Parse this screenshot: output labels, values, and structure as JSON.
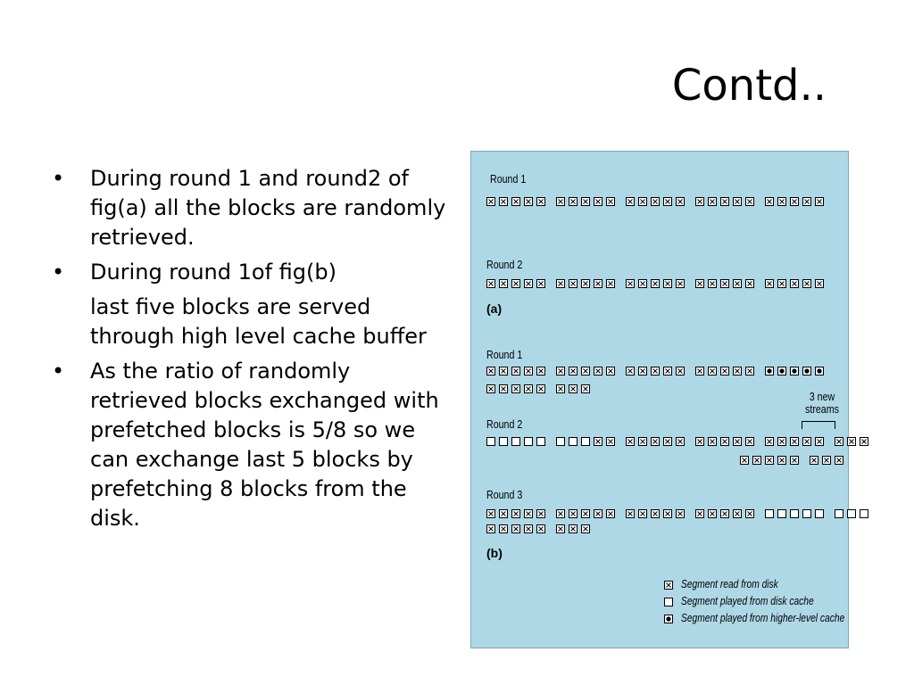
{
  "slide": {
    "title": "Contd..",
    "bullets": [
      {
        "type": "bullet",
        "text": "During round 1 and round2 of fig(a) all the blocks are randomly retrieved."
      },
      {
        "type": "bullet",
        "text": "During round 1of fig(b)"
      },
      {
        "type": "continuation",
        "text": "last five blocks are served through high level cache buffer"
      },
      {
        "type": "bullet",
        "text": " As the ratio of randomly retrieved blocks exchanged with prefetched blocks is 5/8 so we can exchange last 5 blocks by prefetching 8 blocks from the disk."
      }
    ],
    "bullet_char": "•"
  },
  "figure": {
    "background": "#aed8e6",
    "rounds": {
      "a_round1": "Round 1",
      "a_round2": "Round 2",
      "a_label": "(a)",
      "b_round1": "Round 1",
      "b_round2": "Round 2",
      "b_round3": "Round 3",
      "b_label": "(b)"
    },
    "new_streams": "3 new\nstreams",
    "rows": [
      {
        "id": "a1",
        "groups": [
          "xxxxx",
          "xxxxx",
          "xxxxx",
          "xxxxx",
          "xxxxx"
        ]
      },
      {
        "id": "a2",
        "groups": [
          "xxxxx",
          "xxxxx",
          "xxxxx",
          "xxxxx",
          "xxxxx"
        ]
      },
      {
        "id": "b1a",
        "groups": [
          "xxxxx",
          "xxxxx",
          "xxxxx",
          "xxxxx",
          "ooooo"
        ]
      },
      {
        "id": "b1b",
        "groups": [
          "xxxxx",
          "xxx"
        ]
      },
      {
        "id": "b2a",
        "groups": [
          "-----",
          "---xx",
          "xxxxx",
          "xxxxx",
          "xxxxx",
          "xxx"
        ]
      },
      {
        "id": "b2b",
        "groups": [
          "xxxxx",
          "xxx"
        ]
      },
      {
        "id": "b3a",
        "groups": [
          "xxxxx",
          "xxxxx",
          "xxxxx",
          "xxxxx",
          "-----",
          "---"
        ]
      },
      {
        "id": "b3b",
        "groups": [
          "xxxxx",
          "xxx"
        ]
      }
    ],
    "legend": [
      {
        "symbol": "x",
        "text": "Segment read from disk"
      },
      {
        "symbol": "-",
        "text": "Segment played from disk cache"
      },
      {
        "symbol": "o",
        "text": "Segment played from higher-level cache"
      }
    ]
  }
}
